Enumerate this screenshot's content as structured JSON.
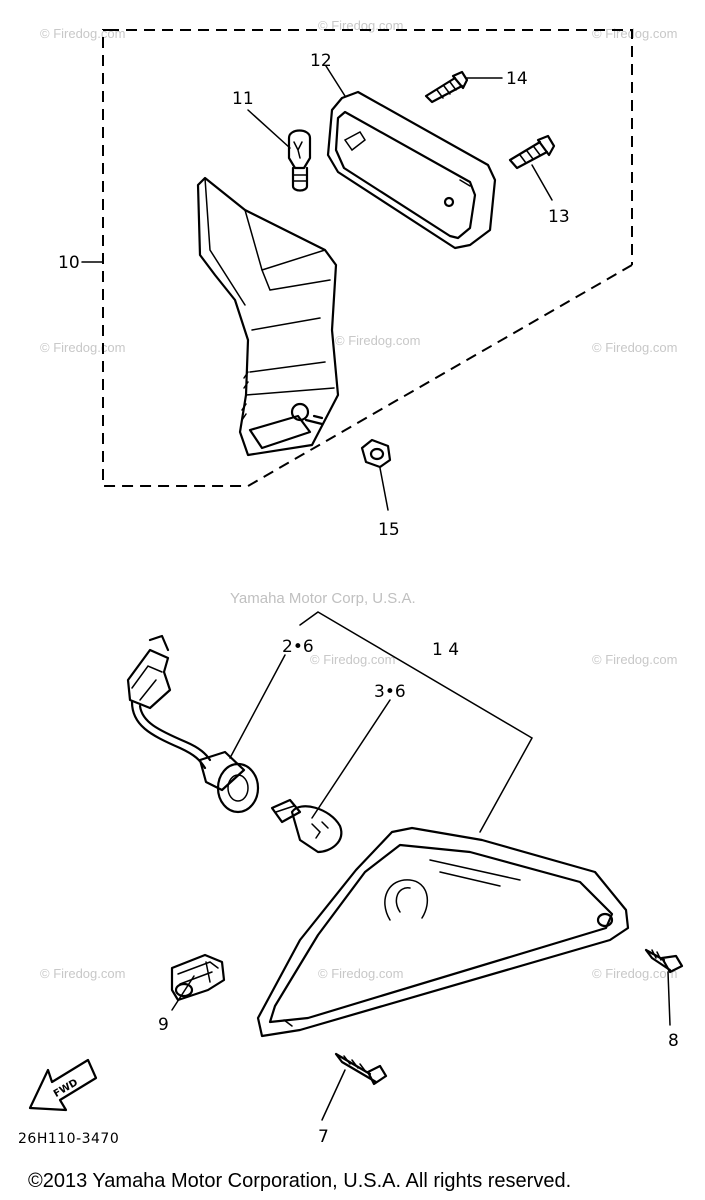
{
  "watermarks": {
    "firedog": "© Firedog.com",
    "yamaha": "Yamaha Motor Corp, U.S.A."
  },
  "callouts": {
    "c10": "10",
    "c11": "11",
    "c12": "12",
    "c13": "13",
    "c14": "14",
    "c15": "15",
    "c26": "2•6",
    "c36": "3•6",
    "c14b": "1 4",
    "c9": "9",
    "c8": "8",
    "c7": "7"
  },
  "fwd_label": "FWD",
  "diagram_code": "26H110-3470",
  "copyright": "©2013 Yamaha Motor Corporation, U.S.A. All rights reserved."
}
